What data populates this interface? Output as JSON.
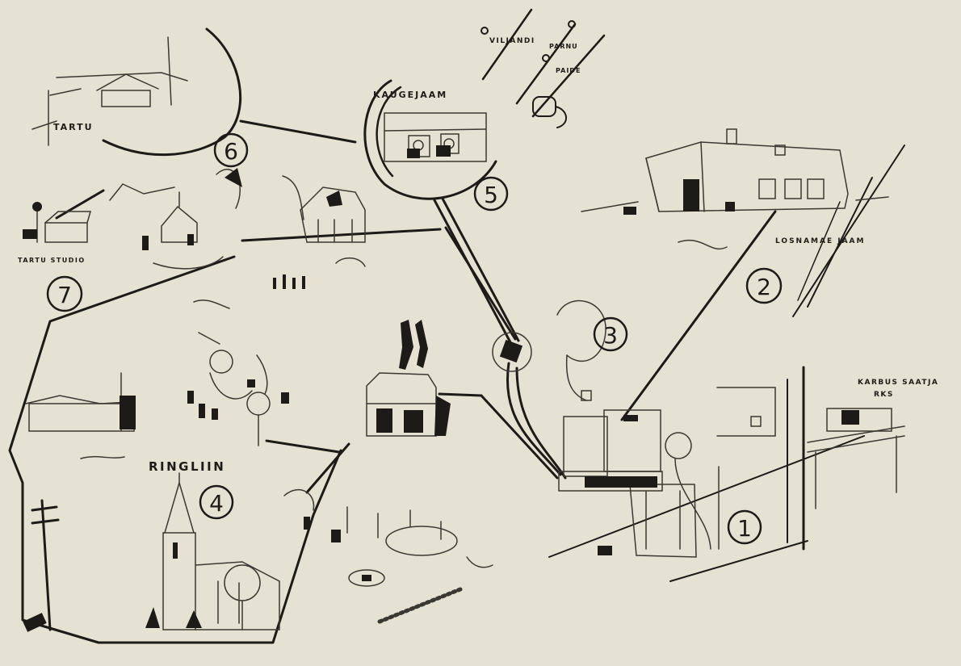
{
  "labels": {
    "tartu": "TARTU",
    "tartu_studio": "TARTU STUDIO",
    "kaugejaam": "KAUGEJAAM",
    "viljandi": "VILJANDI",
    "parnu": "PARNU",
    "paide": "PAIDE",
    "losnamae_jaam": "LOSNAMAE JAAM",
    "karbus_saatja": "KARBUS SAATJA",
    "rks": "RKS",
    "ringliin": "RINGLIIN"
  },
  "markers": [
    "1",
    "2",
    "3",
    "4",
    "5",
    "6",
    "7"
  ],
  "colors": {
    "paper": "#e6e2d3",
    "ink": "#1c1b18"
  }
}
